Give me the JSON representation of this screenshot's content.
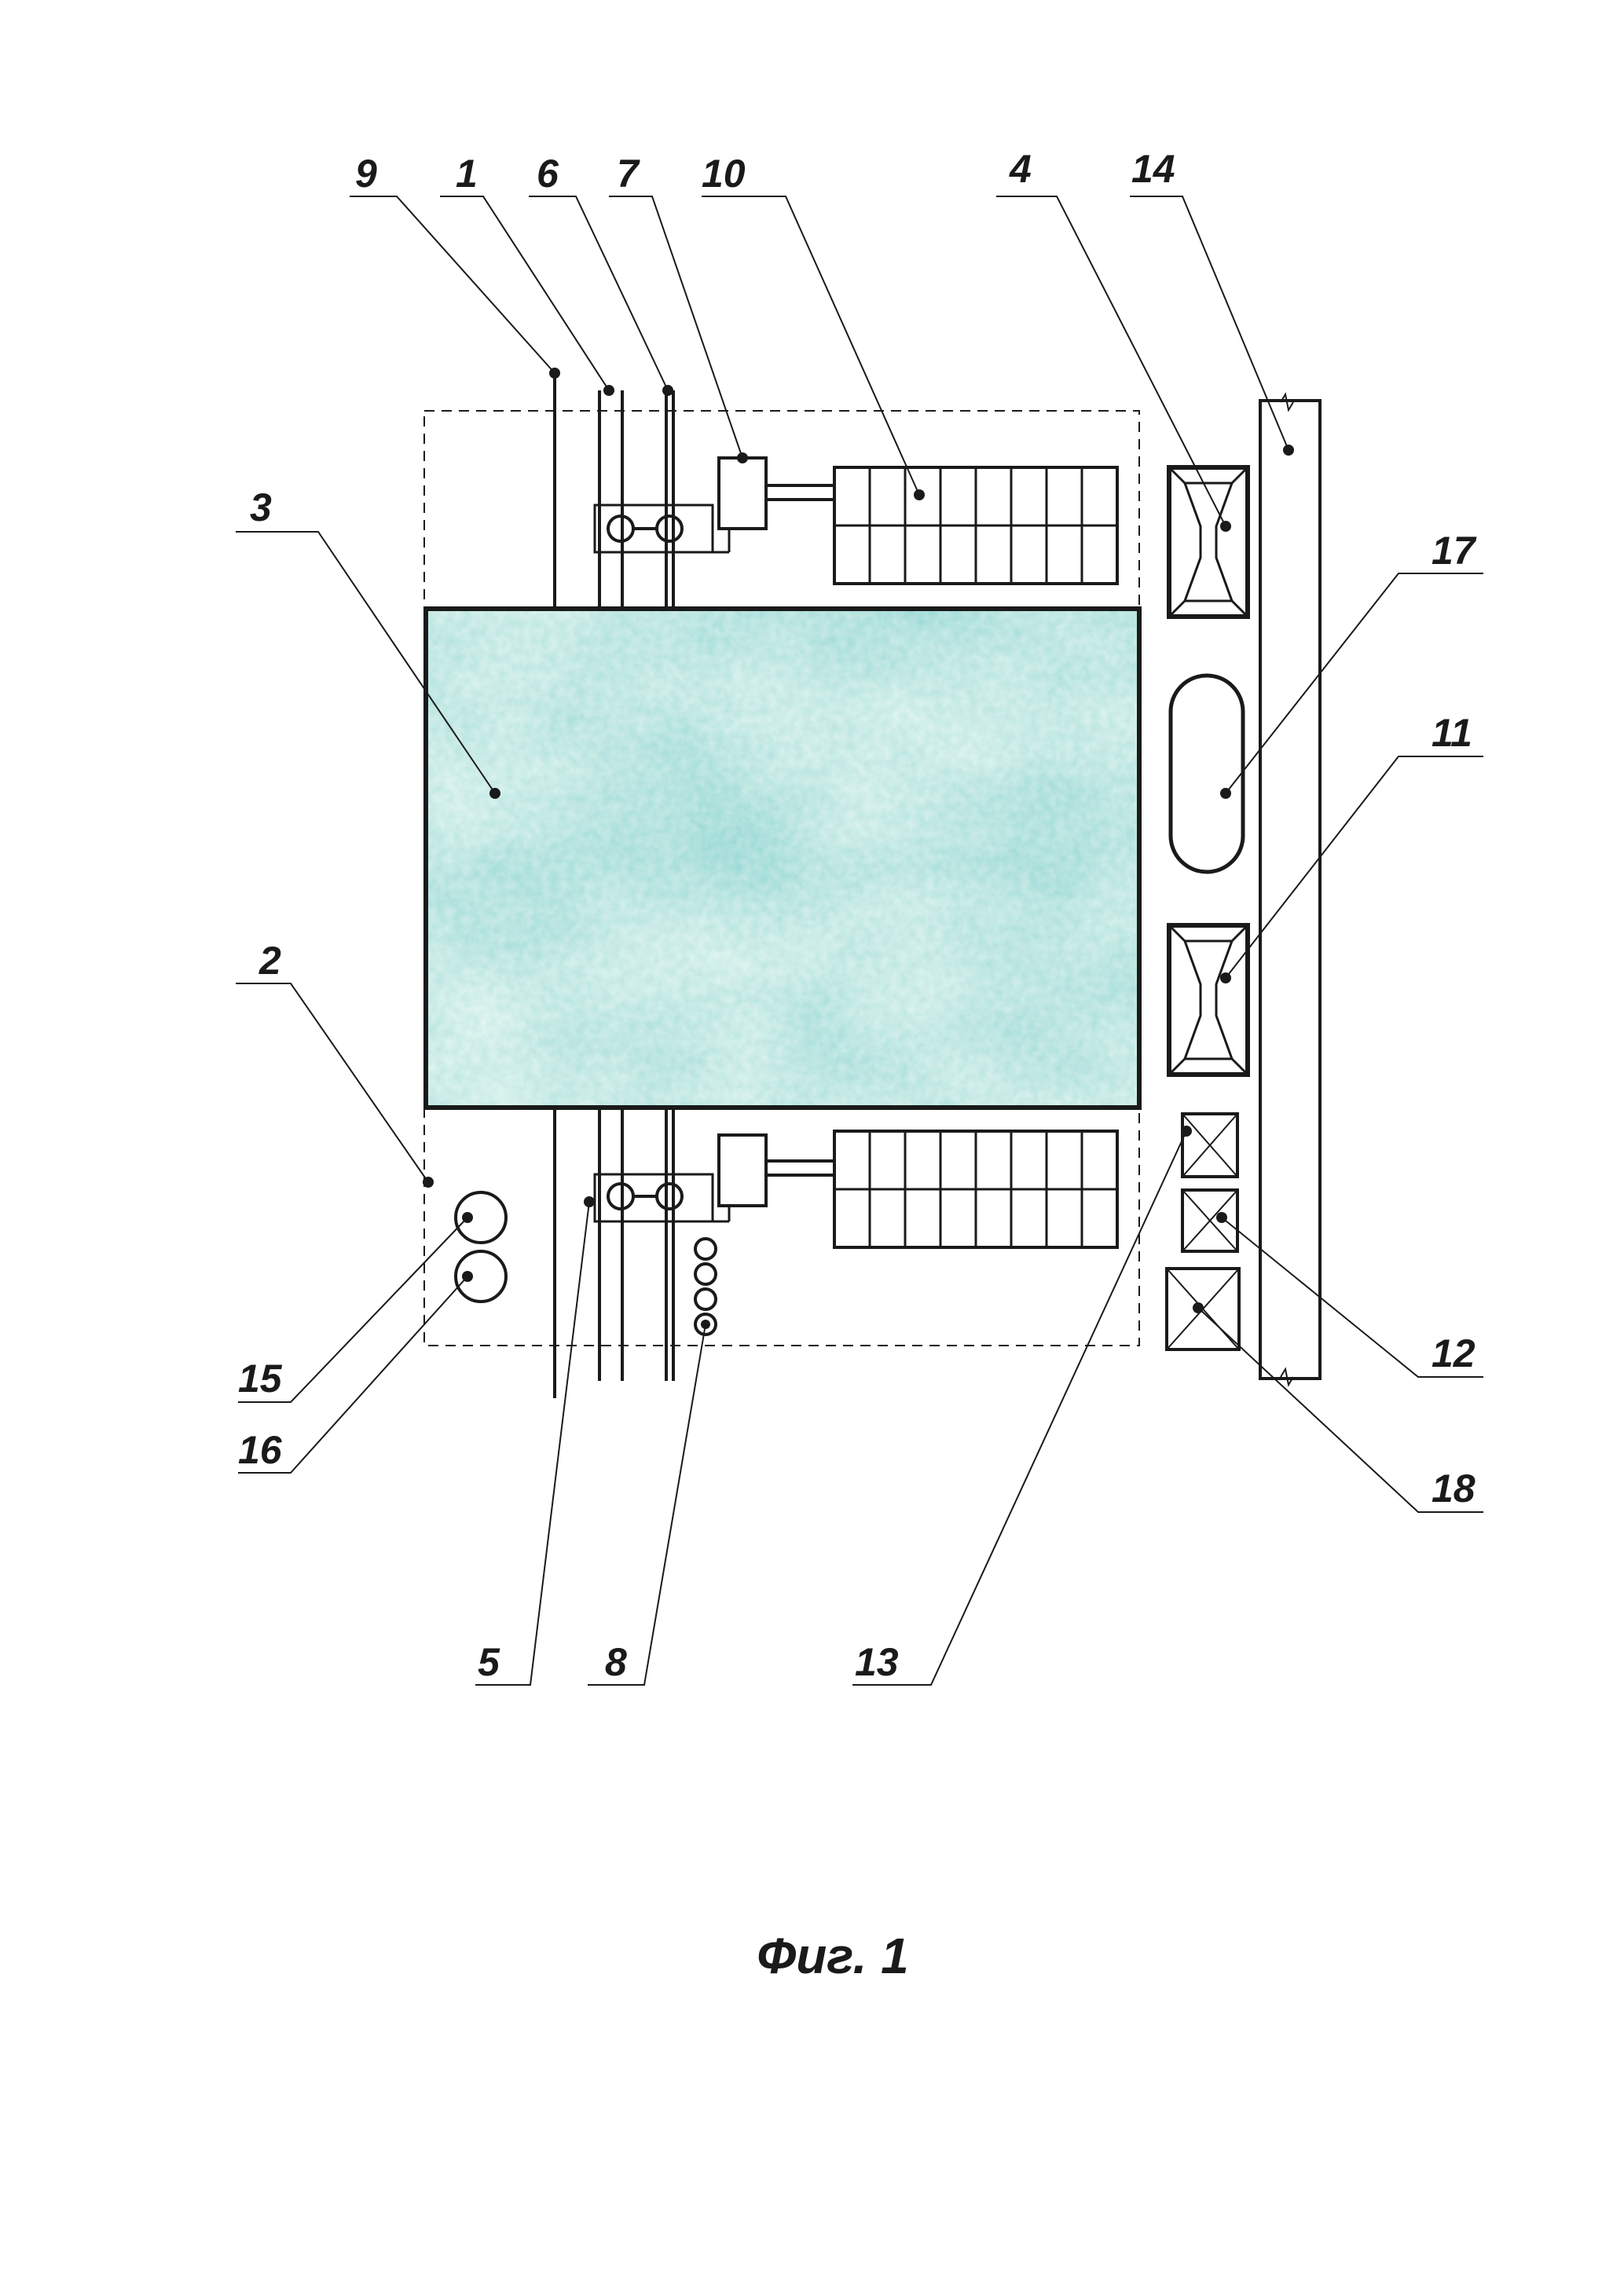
{
  "caption": "Фиг. 1",
  "colors": {
    "ink": "#1a1a1a",
    "field_light": "#bfe6dc",
    "field_dark": "#2e9e94"
  },
  "callouts": {
    "c1": "1",
    "c2": "2",
    "c3": "3",
    "c4": "4",
    "c5": "5",
    "c6": "6",
    "c7": "7",
    "c8": "8",
    "c9": "9",
    "c10": "10",
    "c11": "11",
    "c12": "12",
    "c13": "13",
    "c14": "14",
    "c15": "15",
    "c16": "16",
    "c17": "17",
    "c18": "18"
  }
}
